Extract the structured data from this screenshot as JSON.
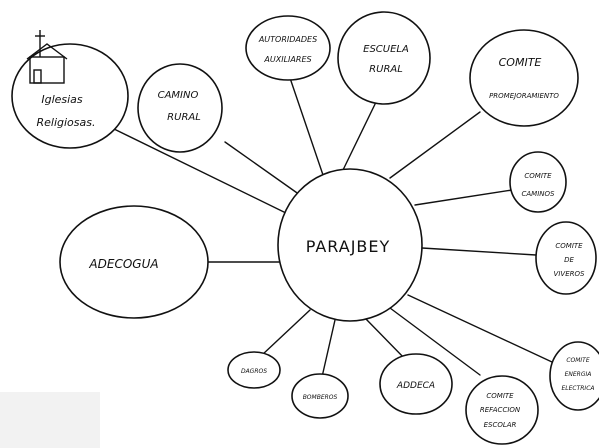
{
  "diagram": {
    "center": {
      "label": "PARAJBEY"
    },
    "nodes": [
      {
        "id": "iglesias",
        "lines": [
          "Iglesias",
          "Religiosas."
        ],
        "icon": "church-icon"
      },
      {
        "id": "camino-rural",
        "lines": [
          "CAMINO",
          "RURAL"
        ]
      },
      {
        "id": "autoridades",
        "lines": [
          "AUTORIDADES",
          "AUXILIARES"
        ]
      },
      {
        "id": "escuela",
        "lines": [
          "ESCUELA",
          "RURAL"
        ]
      },
      {
        "id": "comite-mejoramiento",
        "lines": [
          "COMITE",
          "PROMEJORAMIENTO"
        ]
      },
      {
        "id": "comite-caminos",
        "lines": [
          "COMITE",
          "CAMINOS"
        ]
      },
      {
        "id": "comite-viveros",
        "lines": [
          "COMITE",
          "DE",
          "VIVEROS"
        ]
      },
      {
        "id": "comite-energia",
        "lines": [
          "COMITE",
          "ENERGIA",
          "ELECTRICA"
        ]
      },
      {
        "id": "comite-refaccion",
        "lines": [
          "COMITE",
          "REFACCION",
          "ESCOLAR"
        ]
      },
      {
        "id": "addeca",
        "lines": [
          "ADDECA"
        ]
      },
      {
        "id": "bomberos",
        "lines": [
          "BOMBEROS"
        ]
      },
      {
        "id": "dagros",
        "lines": [
          "DAGROS"
        ]
      },
      {
        "id": "adecogua",
        "lines": [
          "ADECOGUA"
        ]
      }
    ]
  }
}
